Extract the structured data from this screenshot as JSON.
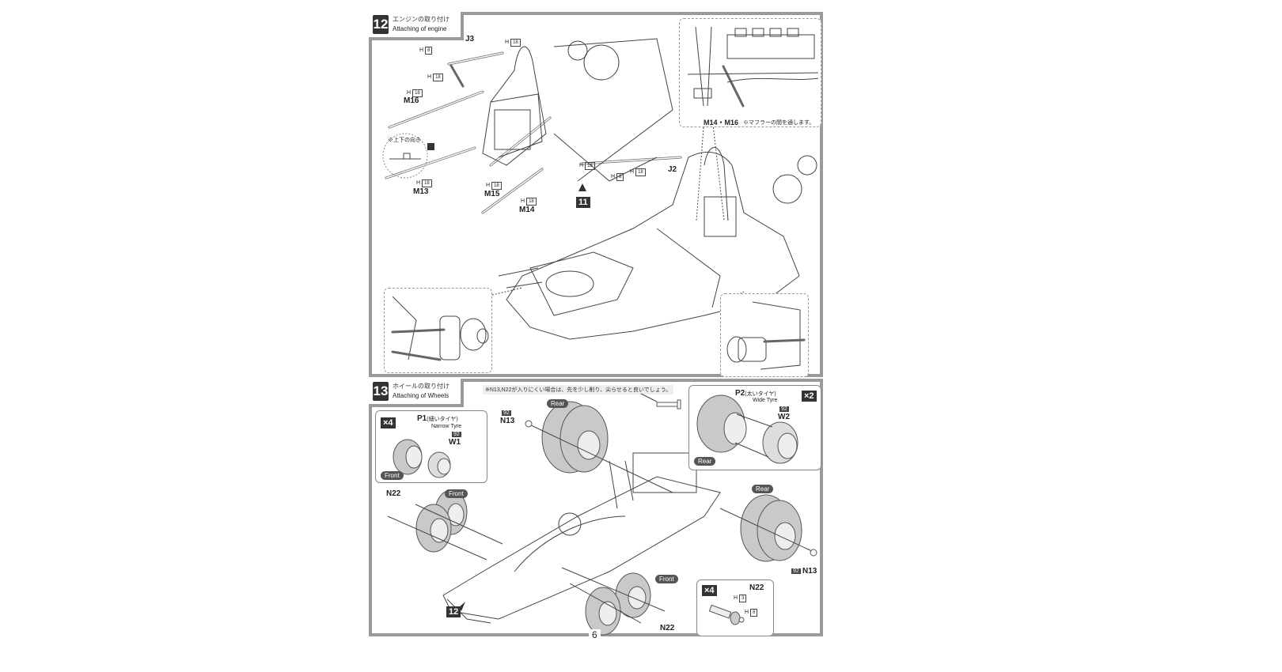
{
  "page_number": "6",
  "step12": {
    "number": "12",
    "title_jp": "エンジンの取り付け",
    "title_en": "Attaching of engine",
    "parts": {
      "J3": "J3",
      "J2": "J2",
      "M16": "M16",
      "M13": "M13",
      "M15": "M15",
      "M14": "M14"
    },
    "screw_h": "H",
    "screw_18": "18",
    "screw_8": "8",
    "orientation_note": "※上下の向き",
    "ref_step": "11",
    "inset_label": "M14・M16",
    "inset_note": "※マフラーの間を通します。"
  },
  "step13": {
    "number": "13",
    "title_jp": "ホイールの取り付け",
    "title_en": "Attaching of Wheels",
    "top_note": "※N13,N22が入りにくい場合は、先を少し削り、尖らせると良いでしょう。",
    "front_inset": {
      "qty": "×4",
      "tyre_part": "P1",
      "tyre_jp": "(細いタイヤ)",
      "tyre_en": "Narrow Tyre",
      "wheel_code": "92",
      "wheel_part": "W1",
      "position": "Front"
    },
    "rear_inset": {
      "qty": "×2",
      "tyre_part": "P2",
      "tyre_jp": "(太いタイヤ)",
      "tyre_en": "Wide Tyre",
      "wheel_code": "92",
      "wheel_part": "W2",
      "position": "Rear"
    },
    "labels": {
      "rear": "Rear",
      "front": "Front",
      "n13": "N13",
      "n22": "N22",
      "code92": "92",
      "ref_step": "12"
    },
    "n22_inset": {
      "qty": "×4",
      "part": "N22",
      "h": "H",
      "h3": "3",
      "h8": "8"
    }
  }
}
